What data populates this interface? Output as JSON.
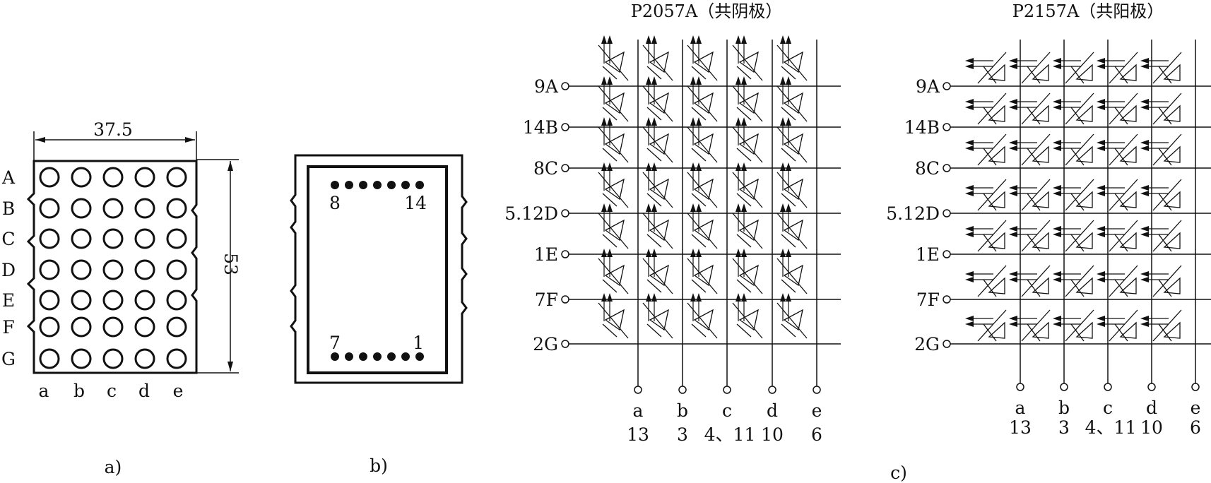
{
  "panel_a": {
    "caption": "a)",
    "width_dim": "37.5",
    "height_dim": "53",
    "row_labels": [
      "A",
      "B",
      "C",
      "D",
      "E",
      "F",
      "G"
    ],
    "col_labels": [
      "a",
      "b",
      "c",
      "d",
      "e"
    ]
  },
  "panel_b": {
    "caption": "b)",
    "pin_top_left": "8",
    "pin_top_right": "14",
    "pin_bottom_left": "7",
    "pin_bottom_right": "1"
  },
  "panel_c": {
    "caption": "c)",
    "left": {
      "title": "P2057A（共阴极）",
      "row_labels": [
        "9A",
        "14B",
        "8C",
        "5.12D",
        "1E",
        "7F",
        "2G"
      ],
      "col_letters": [
        "a",
        "b",
        "c",
        "d",
        "e"
      ],
      "col_pins": [
        "13",
        "3",
        "4、11",
        "10",
        "6"
      ]
    },
    "right": {
      "title": "P2157A（共阳极）",
      "row_labels": [
        "9A",
        "14B",
        "8C",
        "5.12D",
        "1E",
        "7F",
        "2G"
      ],
      "col_letters": [
        "a",
        "b",
        "c",
        "d",
        "e"
      ],
      "col_pins": [
        "13",
        "3",
        "4、11",
        "10",
        "6"
      ]
    }
  }
}
